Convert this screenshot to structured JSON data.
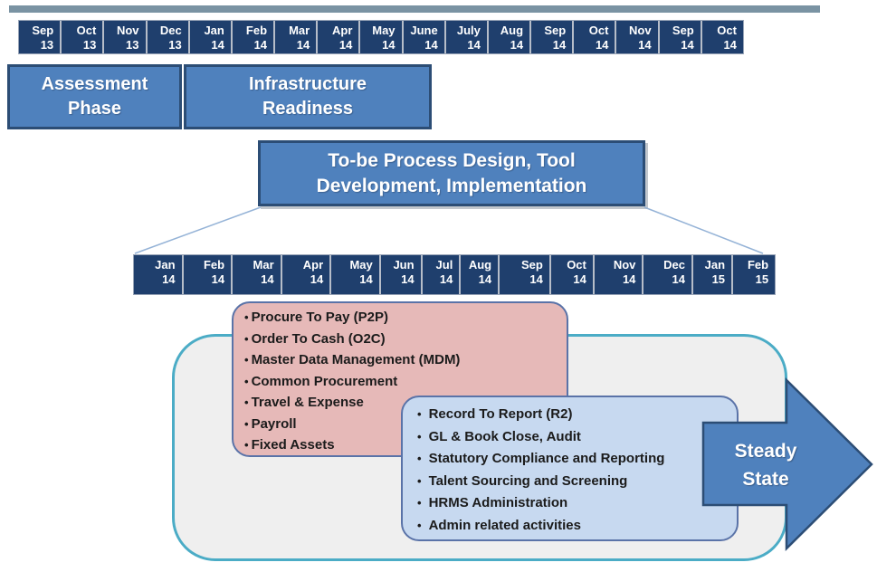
{
  "colors": {
    "navy_timeline": "#1f3f6d",
    "phase_blue": "#4f81bd",
    "phase_border": "#2c4d75",
    "connector_blue": "#95b3d7",
    "pink_fill": "#e6b9b8",
    "light_blue_fill": "#c7d9f0",
    "bullet_box_border": "#5a73a8",
    "container_teal_border": "#4bacc6",
    "container_gray_fill": "#efefef",
    "top_bar_slate": "#7a93a3",
    "text_white": "#ffffff",
    "text_dark": "#1b1b1b"
  },
  "timeline_top": {
    "cells": [
      {
        "month": "Sep",
        "year": "13"
      },
      {
        "month": "Oct",
        "year": "13"
      },
      {
        "month": "Nov",
        "year": "13"
      },
      {
        "month": "Dec",
        "year": "13"
      },
      {
        "month": "Jan",
        "year": "14"
      },
      {
        "month": "Feb",
        "year": "14"
      },
      {
        "month": "Mar",
        "year": "14"
      },
      {
        "month": "Apr",
        "year": "14"
      },
      {
        "month": "May",
        "year": "14"
      },
      {
        "month": "June",
        "year": "14"
      },
      {
        "month": "July",
        "year": "14"
      },
      {
        "month": "Aug",
        "year": "14"
      },
      {
        "month": "Sep",
        "year": "14"
      },
      {
        "month": "Oct",
        "year": "14"
      },
      {
        "month": "Nov",
        "year": "14"
      },
      {
        "month": "Sep",
        "year": "14"
      },
      {
        "month": "Oct",
        "year": "14"
      }
    ]
  },
  "phase_boxes": [
    {
      "lines": [
        "Assessment",
        "Phase"
      ]
    },
    {
      "lines": [
        "Infrastructure",
        "Readiness"
      ]
    }
  ],
  "tobe_box": {
    "lines": [
      "To-be Process Design, Tool",
      "Development, Implementation"
    ]
  },
  "timeline_mid": {
    "cells": [
      {
        "month": "Jan",
        "year": "14"
      },
      {
        "month": "Feb",
        "year": "14"
      },
      {
        "month": "Mar",
        "year": "14"
      },
      {
        "month": "Apr",
        "year": "14"
      },
      {
        "month": "May",
        "year": "14"
      },
      {
        "month": "Jun",
        "year": "14"
      },
      {
        "month": "Jul",
        "year": "14"
      },
      {
        "month": "Aug",
        "year": "14"
      },
      {
        "month": "Sep",
        "year": "14"
      },
      {
        "month": "Oct",
        "year": "14"
      },
      {
        "month": "Nov",
        "year": "14"
      },
      {
        "month": "Dec",
        "year": "14"
      },
      {
        "month": "Jan",
        "year": "15"
      },
      {
        "month": "Feb",
        "year": "15"
      }
    ]
  },
  "pink_box": {
    "bullet": "•",
    "items": [
      "Procure To Pay (P2P)",
      "Order To Cash (O2C)",
      "Master Data Management (MDM)",
      "Common Procurement",
      "Travel & Expense",
      "Payroll",
      "Fixed Assets"
    ]
  },
  "blue_box": {
    "bullet": "•",
    "items": [
      "Record To Report (R2)",
      "GL & Book Close, Audit",
      "Statutory Compliance and Reporting",
      "Talent Sourcing and Screening",
      "HRMS Administration",
      "Admin related activities"
    ]
  },
  "arrow": {
    "lines": [
      "Steady",
      "State"
    ]
  }
}
